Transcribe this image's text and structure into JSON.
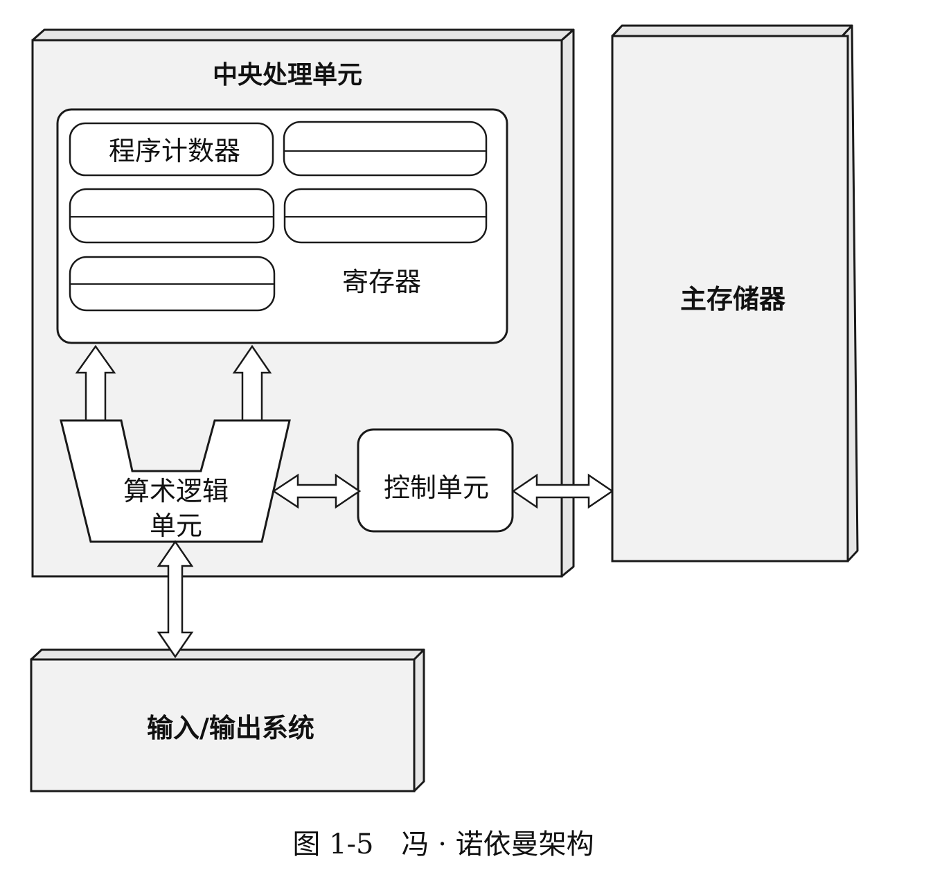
{
  "cpu": {
    "title": "中央处理单元"
  },
  "registers": {
    "program_counter": "程序计数器",
    "label": "寄存器"
  },
  "alu": {
    "line1": "算术逻辑",
    "line2": "单元"
  },
  "control_unit": {
    "label": "控制单元"
  },
  "main_memory": {
    "label": "主存储器"
  },
  "io_system": {
    "label": "输入/输出系统"
  },
  "caption": {
    "text": "图 1-5　冯 · 诺依曼架构"
  }
}
